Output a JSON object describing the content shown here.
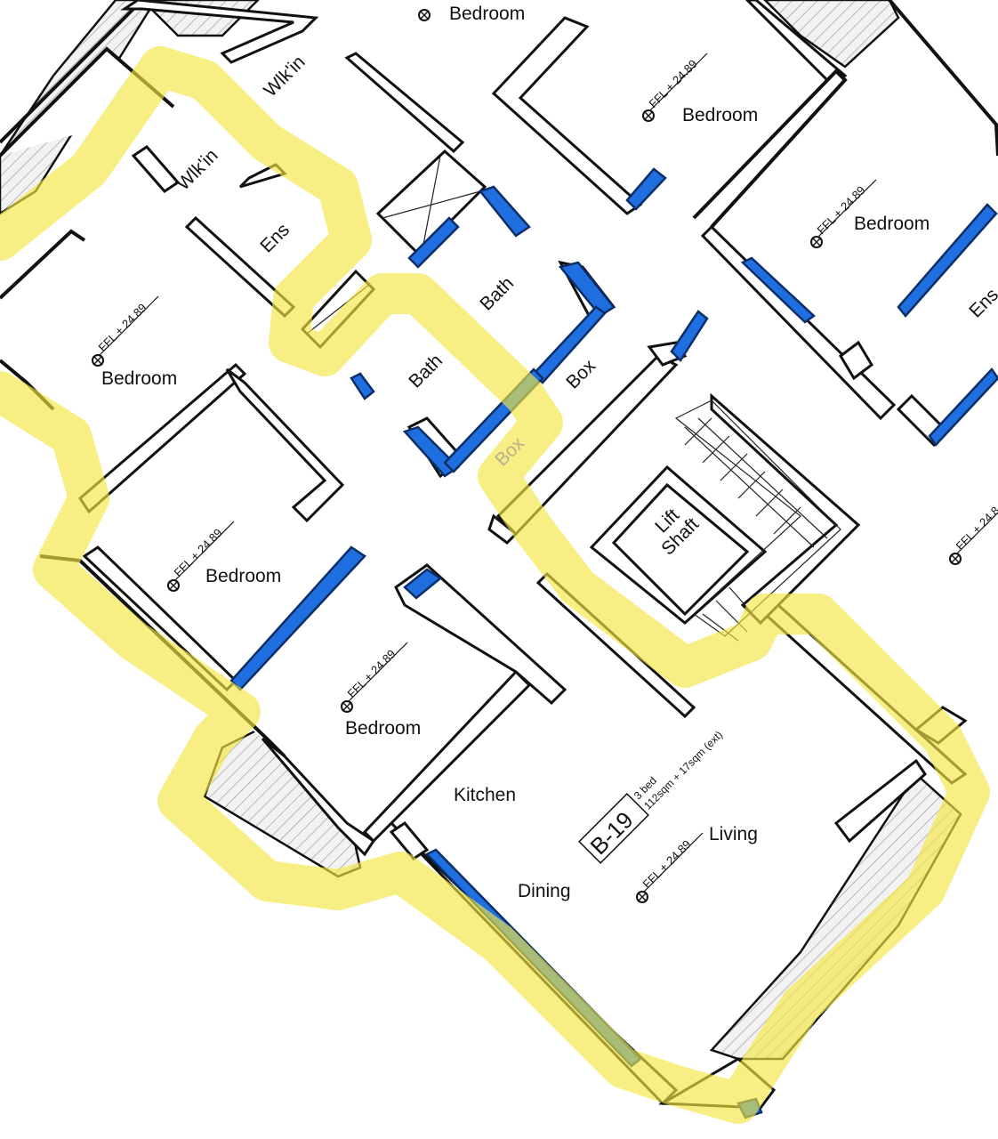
{
  "plan": {
    "rooms": {
      "bedroom_top": "Bedroom",
      "bedroom_top_right": "Bedroom",
      "bedroom_right": "Bedroom",
      "bedroom_left": "Bedroom",
      "bedroom_mid": "Bedroom",
      "bedroom_lower": "Bedroom",
      "wlkin_a": "Wlk'in",
      "wlkin_b": "Wlk'in",
      "ens_left": "Ens",
      "ens_right": "Ens",
      "bath_a": "Bath",
      "bath_b": "Bath",
      "box_a": "Box",
      "box_b": "Box",
      "lift_line1": "Lift",
      "lift_line2": "Shaft",
      "kitchen": "Kitchen",
      "dining": "Dining",
      "living": "Living"
    },
    "levels": {
      "ffl": "FFL + 24.89",
      "ffl_cut": "FFL + 24.8"
    },
    "unit": {
      "code": "B-19",
      "beds": "3 bed",
      "area": "112sqm + 17sqm (ext)"
    },
    "colors": {
      "highlight": "#f2e640",
      "glazing": "#1f6fe0",
      "walls": "#111111"
    }
  }
}
